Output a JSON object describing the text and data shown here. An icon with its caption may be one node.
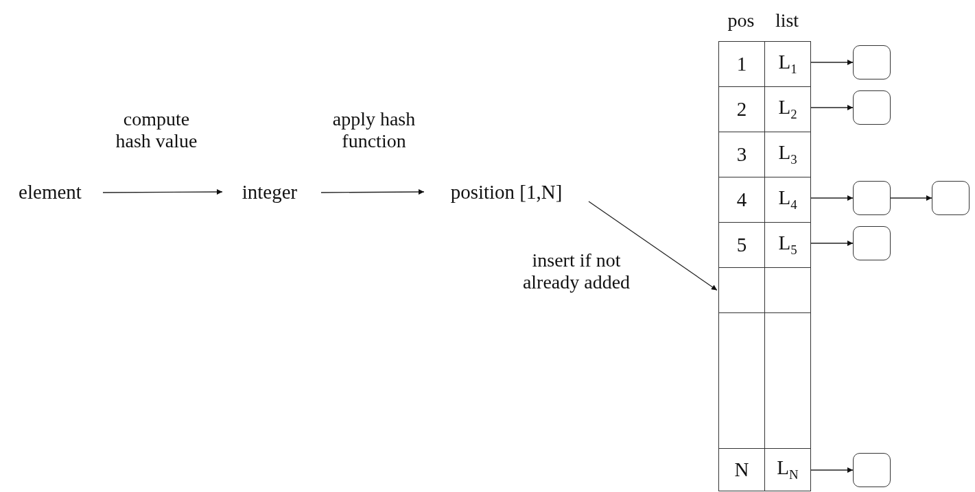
{
  "diagram": {
    "nodes": [
      {
        "text": [
          "element"
        ]
      },
      {
        "text": [
          "integer"
        ]
      },
      {
        "text": [
          "position [1,N]"
        ]
      },
      {
        "text": [
          "pos",
          "list"
        ]
      },
      {
        "text": [
          "1"
        ],
        "in": 3
      },
      {
        "text": [
          "L$_{1}$"
        ],
        "in": 3
      },
      {
        "text": [
          "2"
        ],
        "in": 3
      },
      {
        "text": [
          "L$_{2}$"
        ],
        "in": 3
      },
      {
        "text": [
          "3"
        ],
        "in": 3
      },
      {
        "text": [
          "L$_{3}$"
        ],
        "in": 3
      },
      {
        "text": [
          "4"
        ],
        "in": 3
      },
      {
        "text": [
          "L$_{4}$"
        ],
        "in": 3
      },
      {
        "text": [
          "5"
        ],
        "in": 3
      },
      {
        "text": [
          "L$_{5}$"
        ],
        "in": 3
      },
      {
        "text": [],
        "shape": "box",
        "in": 3
      },
      {
        "text": [],
        "shape": "box",
        "in": 3
      },
      {
        "text": [],
        "shape": "box",
        "in": 3
      },
      {
        "text": [],
        "shape": "box",
        "in": 3
      },
      {
        "text": [
          "N"
        ],
        "in": 3
      },
      {
        "text": [
          "L$_{N}$"
        ],
        "in": 3
      },
      {
        "text": [],
        "shape": "box"
      },
      {
        "text": [],
        "shape": "box"
      },
      {
        "text": [],
        "shape": "box"
      },
      {
        "text": [],
        "shape": "box"
      },
      {
        "text": [],
        "shape": "box"
      },
      {
        "text": [],
        "shape": "box"
      }
    ],
    "edges": [
      {
        "from": 0,
        "to": 1,
        "arrow": "to",
        "label": "compute hash value"
      },
      {
        "from": 1,
        "to": 2,
        "arrow": "to",
        "label": "apply hash function"
      },
      {
        "from": 2,
        "to": 14,
        "arrow": "to",
        "label": "insert if not already added"
      },
      {
        "from": 5,
        "to": 20,
        "arrow": "to"
      },
      {
        "from": 7,
        "to": 21,
        "arrow": "to"
      },
      {
        "from": 11,
        "to": 22,
        "arrow": "to"
      },
      {
        "from": 22,
        "to": 23,
        "arrow": "to"
      },
      {
        "from": 13,
        "to": 24,
        "arrow": "to"
      },
      {
        "from": 19,
        "to": 25,
        "arrow": "to"
      }
    ]
  }
}
